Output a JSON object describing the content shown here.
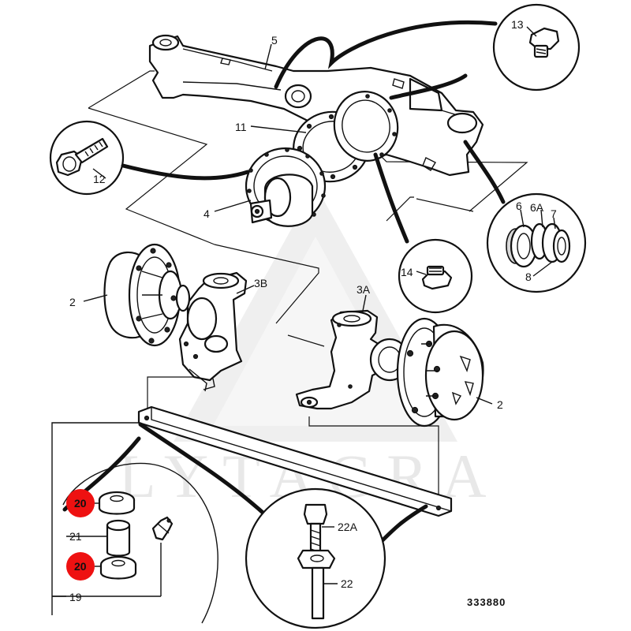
{
  "watermark": "LYTAGRA",
  "drawing_number": "333880",
  "highlight_color": "#ee1111",
  "callouts": {
    "c5": "5",
    "c13": "13",
    "c11": "11",
    "c12": "12",
    "c4": "4",
    "c6": "6",
    "c6a": "6A",
    "c7": "7",
    "c8": "8",
    "c14": "14",
    "c3b": "3B",
    "c3a": "3A",
    "c2_left": "2",
    "c2_right": "2",
    "c20_top": "20",
    "c21": "21",
    "c20_bottom": "20",
    "c19": "19",
    "c22a": "22A",
    "c22": "22"
  }
}
